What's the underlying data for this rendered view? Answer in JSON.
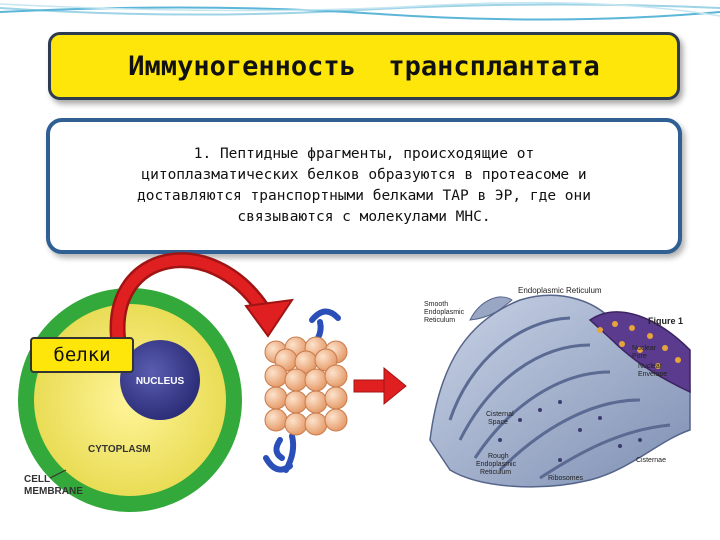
{
  "title": "Иммуногенность  трансплантата",
  "body_text": "1. Пептидные фрагменты, происходящие от\nцитоплазматических белков образуются в протеасоме и\nдоставляются транспортными белками  TAP  в ЭР, где они\nсвязываются  с молекулами MHC.",
  "cell_labels": {
    "nucleus": "NUCLEUS",
    "cytoplasm": "CYTOPLASM",
    "membrane_line1": "CELL",
    "membrane_line2": "MEMBRANE"
  },
  "proteins_label": "белки",
  "er_labels": {
    "header": "Endoplasmic Reticulum",
    "figure": "Figure 1",
    "smooth1": "Smooth",
    "smooth2": "Endoplasmic",
    "smooth3": "Reticulum",
    "pore1": "Nuclear",
    "pore2": "Pore",
    "envelope1": "Nuclear",
    "envelope2": "Envelope",
    "cisternal1": "Cisternal",
    "cisternal2": "Space",
    "cisternae": "Cisternae",
    "rough1": "Rough",
    "rough2": "Endoplasmic",
    "rough3": "Reticulum",
    "ribosomes": "Ribosomes"
  },
  "colors": {
    "title_bg": "#ffe60a",
    "text_border": "#2f5f93",
    "membrane": "#32a93a",
    "nucleus": "#3d3f8e",
    "arrow": "#e02020",
    "proteasome": "#f2b48a"
  }
}
